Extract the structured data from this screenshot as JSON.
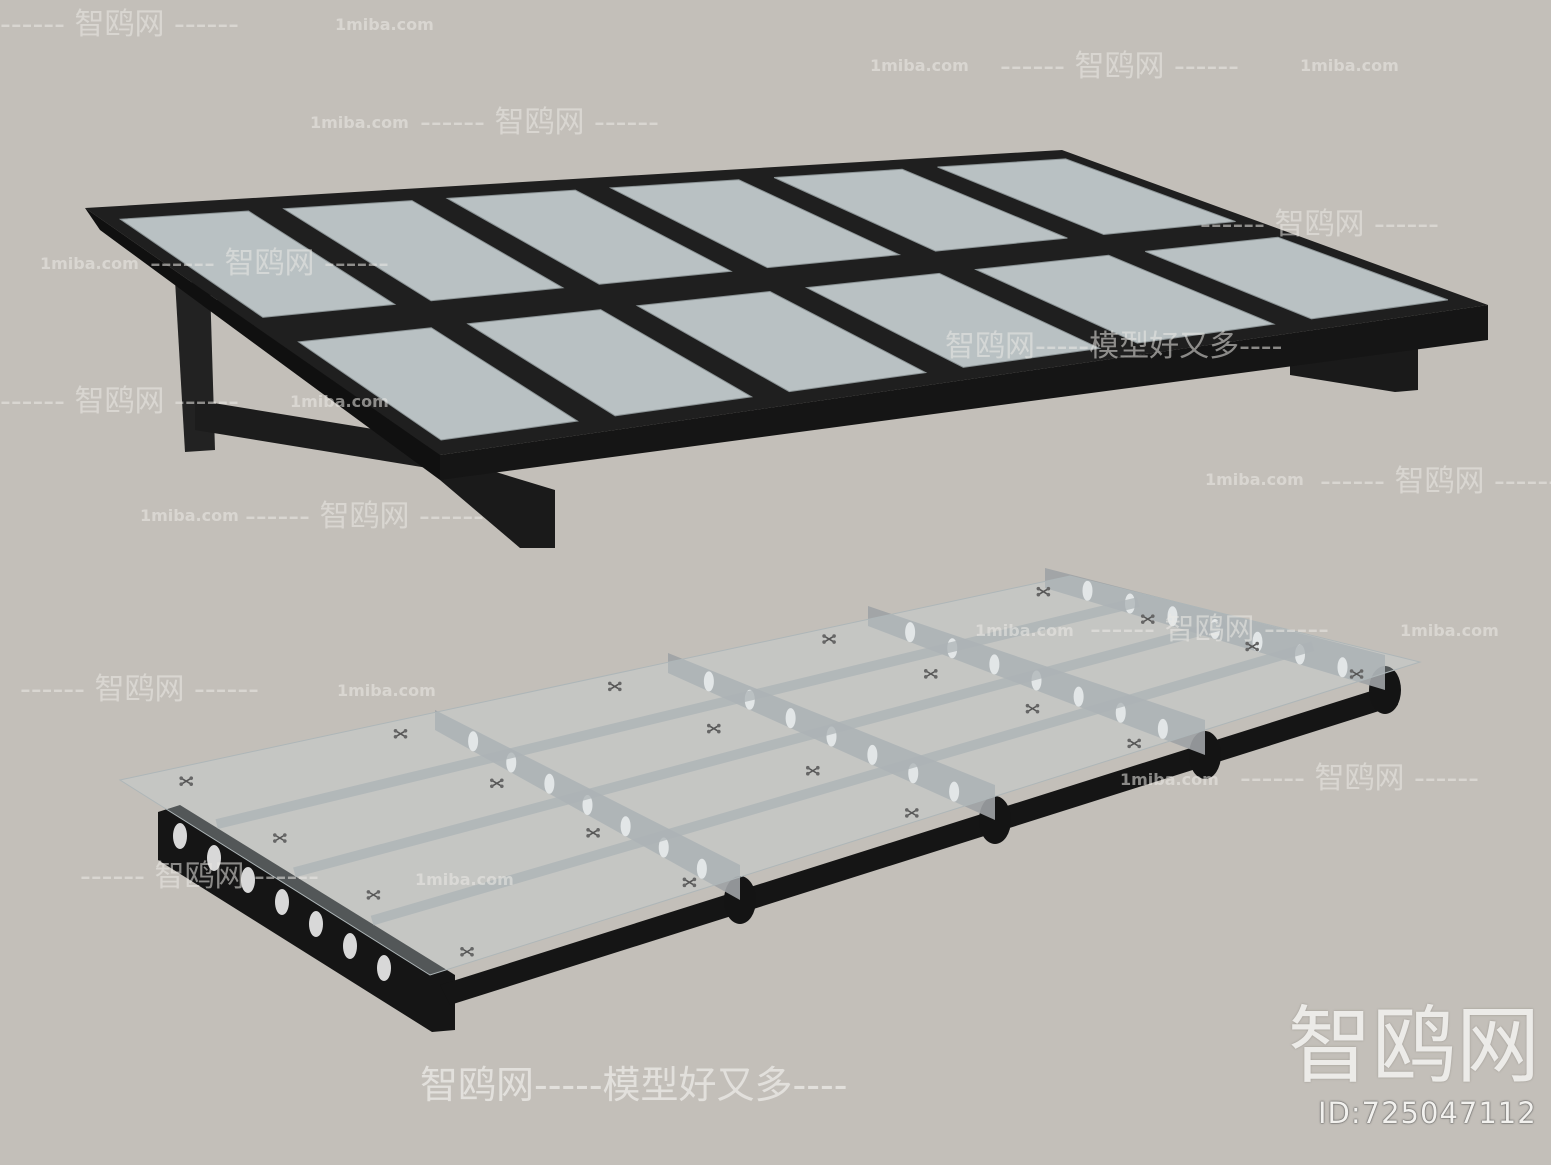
{
  "watermark": {
    "brand": "智鸥网",
    "site": "1miba.com",
    "slogan": "智鸥网-----模型好又多----",
    "dash_line": "------ 智鸥网 ------",
    "id_label": "ID:725047112"
  },
  "colors": {
    "background": "#c3bfb9",
    "frame": "#1f1f1f",
    "glass": "#b9c1c3",
    "fin": "#9ea2a5"
  }
}
